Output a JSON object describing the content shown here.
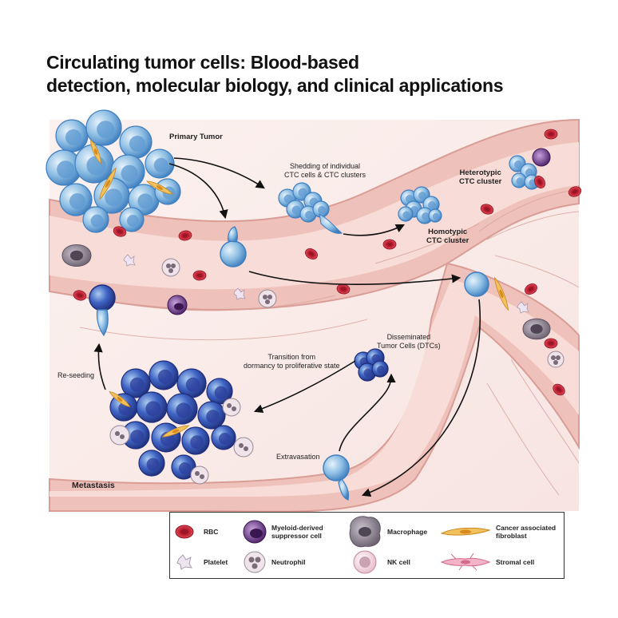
{
  "title": {
    "line1": "Circulating tumor cells: Blood-based",
    "line2": "detection, molecular biology, and clinical applications"
  },
  "labels": {
    "primary_tumor": "Primary Tumor",
    "shedding_line1": "Shedding of individual",
    "shedding_line2": "CTC cells & CTC clusters",
    "heterotypic_line1": "Heterotypic",
    "heterotypic_line2": "CTC cluster",
    "homotypic_line1": "Homotypic",
    "homotypic_line2": "CTC cluster",
    "dtc_line1": "Disseminated",
    "dtc_line2": "Tumor Cells (DTCs)",
    "transition_line1": "Transition from",
    "transition_line2": "dormancy to proliferative state",
    "reseeding": "Re-seeding",
    "extravasation": "Extravasation",
    "metastasis": "Metastasis"
  },
  "legend": {
    "rbc": "RBC",
    "mdsc_line1": "Myeloid-derived",
    "mdsc_line2": "suppressor cell",
    "macrophage": "Macrophage",
    "caf_line1": "Cancer associated",
    "caf_line2": "fibroblast",
    "platelet": "Platelet",
    "neutrophil": "Neutrophil",
    "nk_cell": "NK cell",
    "stromal_cell": "Stromal cell"
  },
  "colors": {
    "vessel_wall": "#f2c9c4",
    "vessel_lumen": "#f7dcd8",
    "tumor_cell": "#7fb4e0",
    "tumor_cell_dark": "#2b4fa6",
    "rbc": "#c8283a",
    "mdsc": "#5b2c7a",
    "macrophage": "#8a7f8c",
    "caf": "#e8a53c",
    "arrow": "#111111"
  }
}
